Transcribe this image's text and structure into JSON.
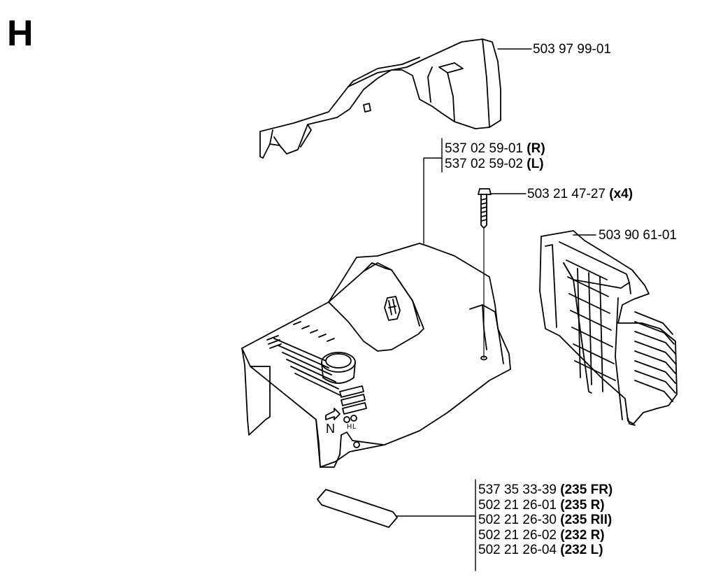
{
  "section_letter": "H",
  "callouts": {
    "top_cover": {
      "part": "503 97 99-01",
      "note": ""
    },
    "side_pair": [
      {
        "part": "537 02 59-01",
        "note": "(R)"
      },
      {
        "part": "537 02 59-02",
        "note": "(L)"
      }
    ],
    "screw": {
      "part": "503 21 47-27",
      "note": "(x4)"
    },
    "grille": {
      "part": "503 90 61-01",
      "note": ""
    },
    "decal_list": [
      {
        "part": "537 35 33-39",
        "note": "(235 FR)"
      },
      {
        "part": "502 21 26-01",
        "note": "(235 R)"
      },
      {
        "part": "502 21 26-30",
        "note": "(235 RII)"
      },
      {
        "part": "502 21 26-02",
        "note": "(232 R)"
      },
      {
        "part": "502 21 26-04",
        "note": "(232 L)"
      }
    ]
  },
  "cover_markings": {
    "low": "L",
    "high": "H",
    "neutral": "N"
  }
}
